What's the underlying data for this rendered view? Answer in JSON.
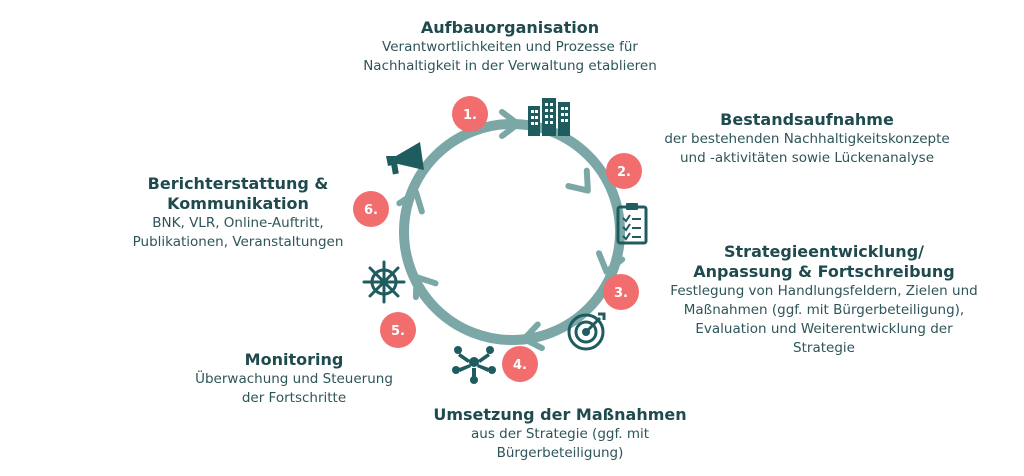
{
  "colors": {
    "ring": "#7ba8a6",
    "badge": "#f26d6d",
    "icon": "#1f5c5f",
    "text_dark": "#1f4a4e"
  },
  "steps": [
    {
      "number": "1.",
      "icon": "buildings-icon",
      "title": "Aufbauorganisation",
      "desc": [
        "Verantwortlichkeiten und Prozesse für",
        "Nachhaltigkeit in der Verwaltung etablieren"
      ]
    },
    {
      "number": "2.",
      "icon": "checklist-icon",
      "title": "Bestandsaufnahme",
      "desc": [
        "der bestehenden Nachhaltigkeitskonzepte",
        "und -aktivitäten sowie Lückenanalyse"
      ]
    },
    {
      "number": "3.",
      "icon": "target-icon",
      "title": [
        "Strategieentwicklung/",
        "Anpassung & Fortschreibung"
      ],
      "desc": [
        "Festlegung von Handlungsfeldern, Zielen und",
        "Maßnahmen (ggf. mit Bürgerbeteiligung),",
        "Evaluation und Weiterentwicklung der",
        "Strategie"
      ]
    },
    {
      "number": "4.",
      "icon": "team-hands-icon",
      "title": "Umsetzung der Maßnahmen",
      "desc": [
        "aus der Strategie (ggf. mit",
        "Bürgerbeteiligung)"
      ]
    },
    {
      "number": "5.",
      "icon": "ship-wheel-icon",
      "title": "Monitoring",
      "desc": [
        "Überwachung und Steuerung",
        "der Fortschritte"
      ]
    },
    {
      "number": "6.",
      "icon": "megaphone-icon",
      "title": [
        "Berichterstattung &",
        "Kommunikation"
      ],
      "desc": [
        "BNK, VLR, Online-Auftritt,",
        "Publikationen, Veranstaltungen"
      ]
    }
  ]
}
